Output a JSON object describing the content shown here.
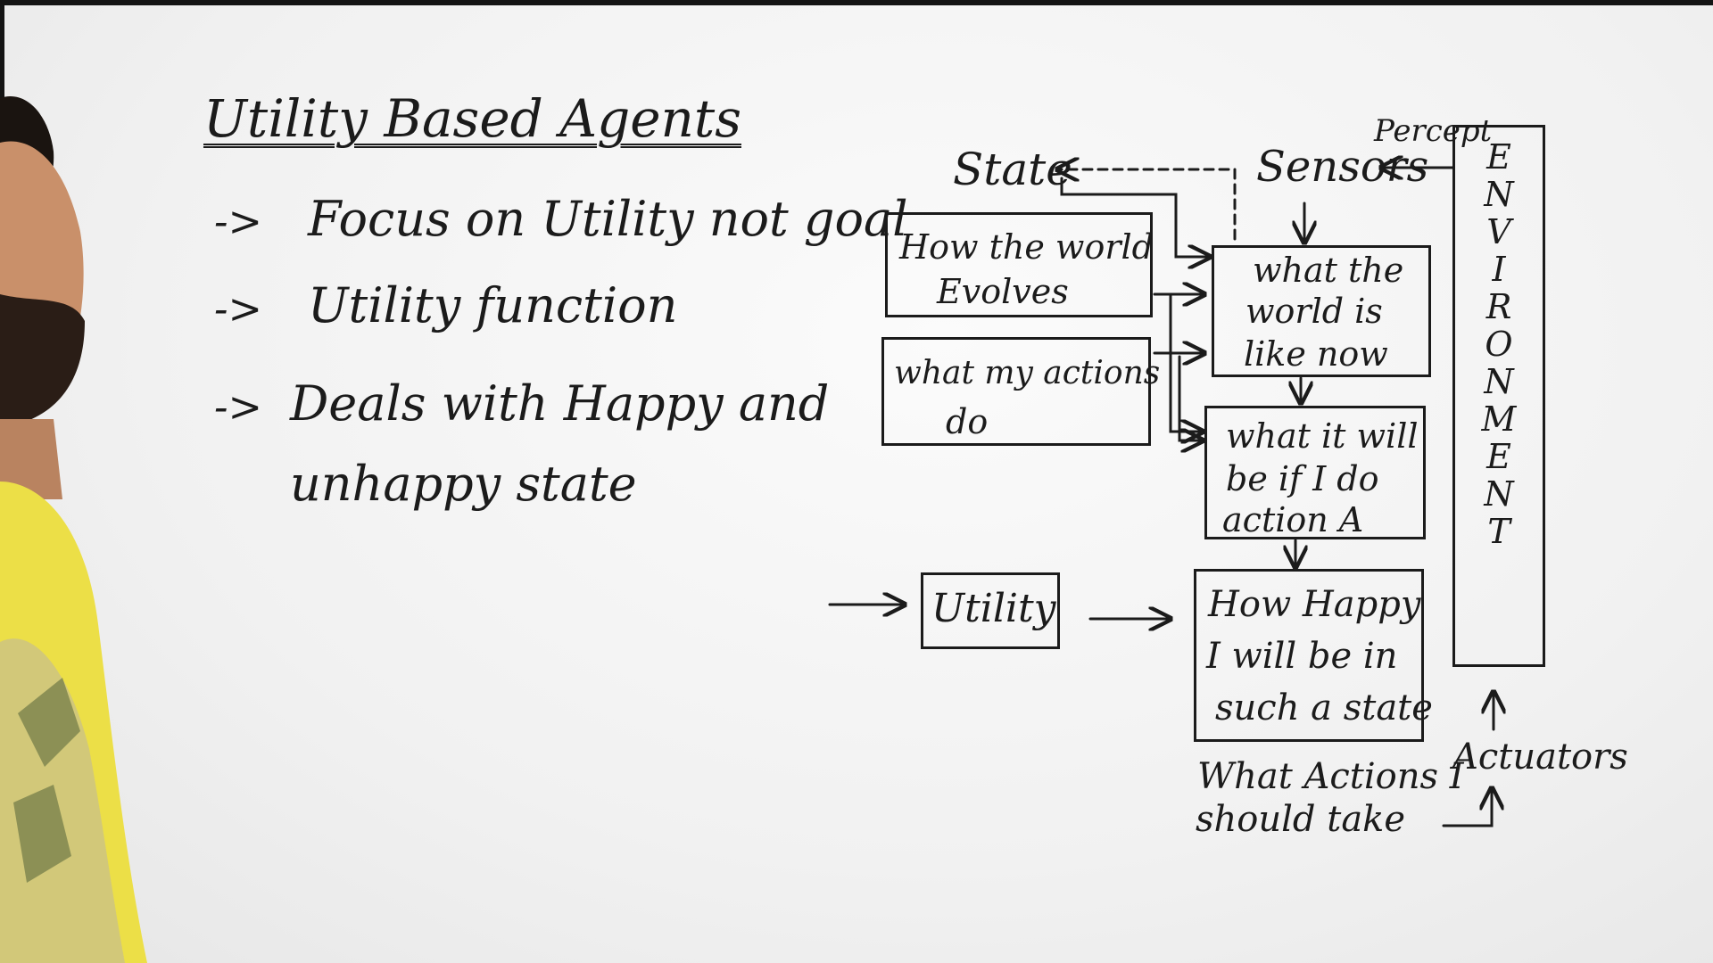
{
  "title": "Utility Based Agents",
  "bullets": [
    {
      "arrow": "->",
      "text": "Focus on Utility not goal"
    },
    {
      "arrow": "->",
      "text": "Utility function"
    },
    {
      "arrow": "->",
      "text": "Deals with Happy and"
    }
  ],
  "bullet_continuation": "unhappy state",
  "diagram": {
    "state": "State",
    "sensors": "Sensors",
    "percept": "Percept",
    "box_world_evolves": [
      "How the world",
      "Evolves"
    ],
    "box_my_actions": [
      "what my actions",
      "do"
    ],
    "box_world_now": [
      "what the",
      "world is",
      "like now"
    ],
    "box_if_action": [
      "what it will",
      "be if I do",
      "action A"
    ],
    "utility": "Utility",
    "box_happy": [
      "How Happy",
      "I will be in",
      "such a state"
    ],
    "actions_label": [
      "What Actions I",
      "should take"
    ],
    "actuators": "Actuators",
    "environment": [
      "E",
      "N",
      "V",
      "I",
      "R",
      "O",
      "N",
      "M",
      "E",
      "N",
      "T"
    ]
  }
}
